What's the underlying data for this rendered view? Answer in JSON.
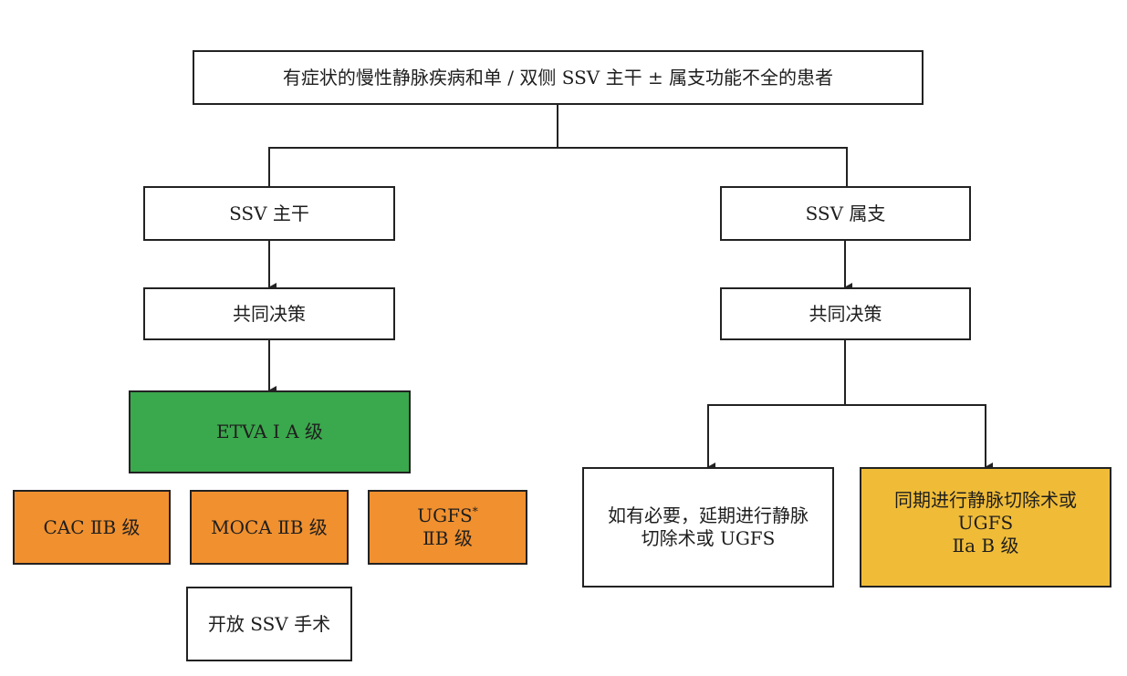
{
  "colors": {
    "recommended_class_I": "#3aa84c",
    "class_IIb": "#f0902f",
    "class_IIa": "#f0bc38",
    "neutral": "#ffffff",
    "line": "#222222"
  },
  "root": {
    "label": "有症状的慢性静脉疾病和单 / 双侧 SSV 主干 ± 属支功能不全的患者"
  },
  "left_branch": {
    "category": "SSV 主干",
    "decision": "共同决策",
    "primary": "ETVA Ⅰ A 级",
    "alternatives": [
      {
        "label": "CAC ⅡB 级"
      },
      {
        "label": "MOCA ⅡB 级"
      },
      {
        "label": "UGFS",
        "superscript": "*",
        "grade": "ⅡB 级"
      }
    ],
    "other": "开放 SSV 手术"
  },
  "right_branch": {
    "category": "SSV 属支",
    "decision": "共同决策",
    "options": [
      {
        "line1": "如有必要，延期进行静脉",
        "line2": "切除术或 UGFS"
      },
      {
        "line1": "同期进行静脉切除术或",
        "line2": "UGFS",
        "line3": "Ⅱa B 级"
      }
    ]
  }
}
